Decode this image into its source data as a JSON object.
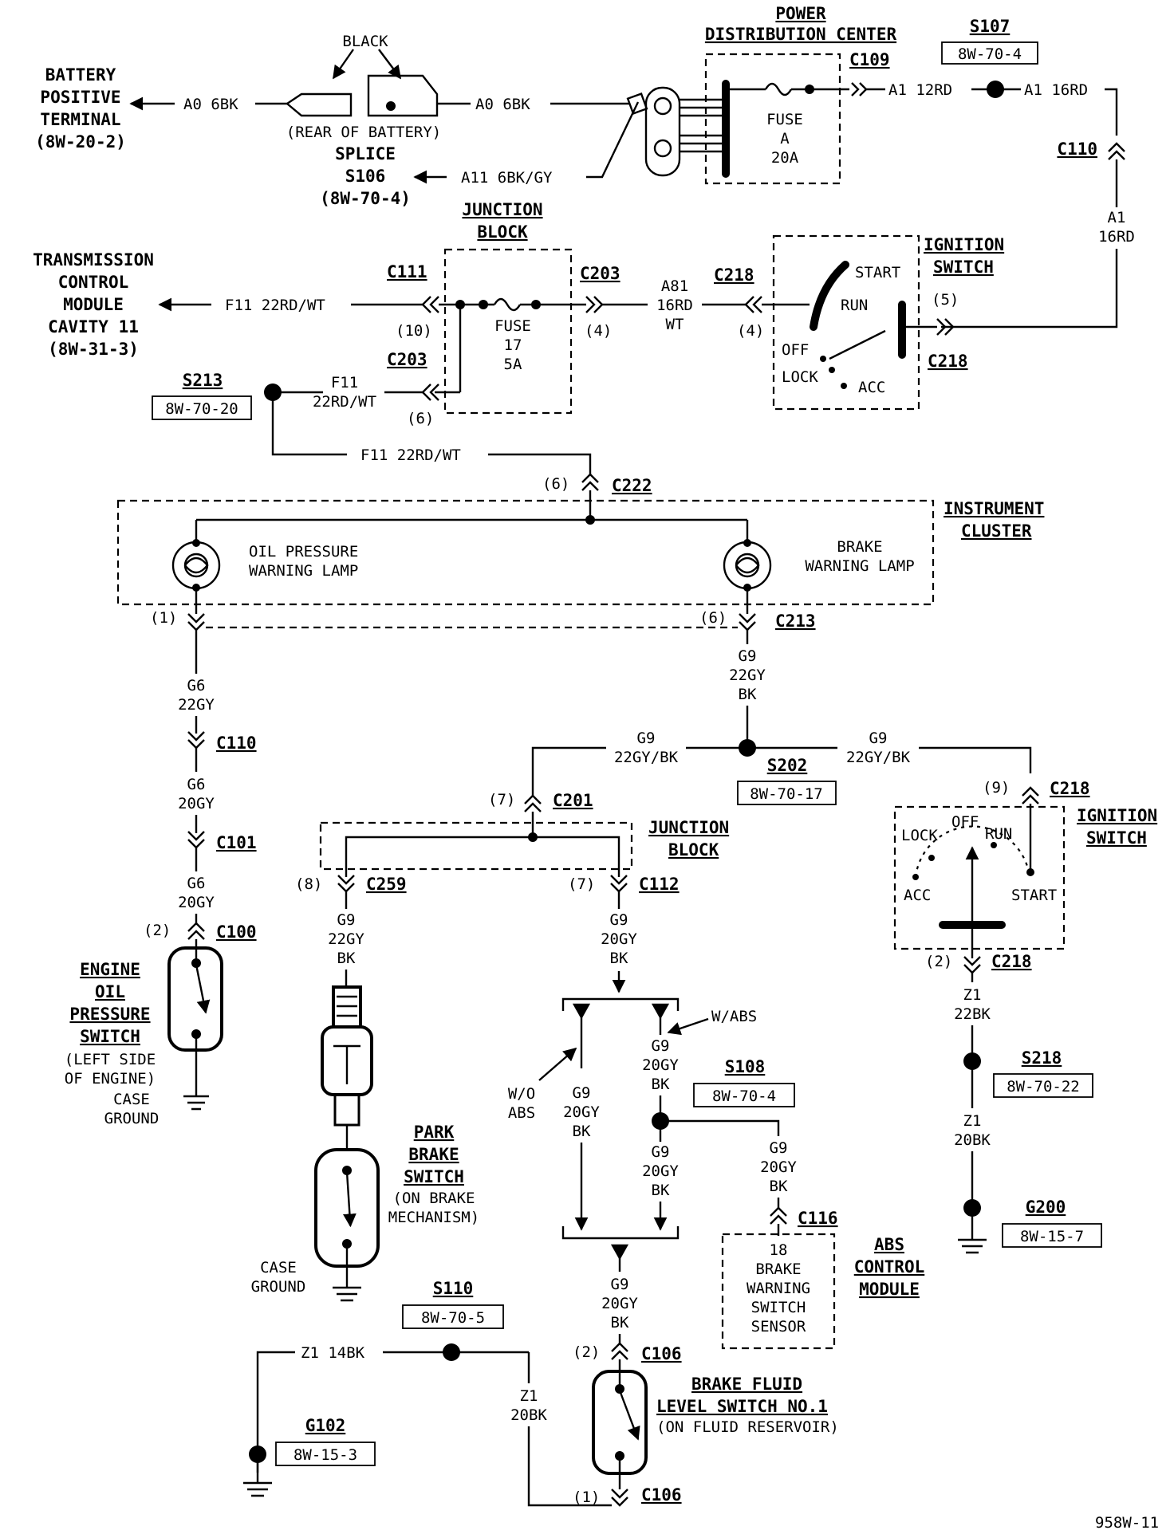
{
  "battery": {
    "l1": "BATTERY",
    "l2": "POSITIVE",
    "l3": "TERMINAL",
    "l4": "(8W-20-2)",
    "black": "BLACK",
    "rear": "(REAR OF BATTERY)",
    "w1": "A0 6BK",
    "w2": "A0 6BK"
  },
  "s106": {
    "l1": "SPLICE",
    "l2": "S106",
    "l3": "(8W-70-4)",
    "wire": "A11 6BK/GY"
  },
  "pdc": {
    "l1": "POWER",
    "l2": "DISTRIBUTION CENTER",
    "conn": "C109",
    "fuse1": "FUSE",
    "fuse2": "A",
    "fuse3": "20A"
  },
  "s107": {
    "name": "S107",
    "ref": "8W-70-4",
    "w1": "A1 12RD",
    "w2": "A1 16RD"
  },
  "c110_top": {
    "conn": "C110",
    "w1": "A1",
    "w2": "16RD"
  },
  "jb_top": {
    "l1": "JUNCTION",
    "l2": "BLOCK",
    "c111": "C111",
    "c203a": "C203",
    "c203b": "C203",
    "p10": "(10)",
    "p4": "(4)",
    "p6": "(6)",
    "fuse1": "FUSE",
    "fuse2": "17",
    "fuse3": "5A"
  },
  "tcm": {
    "l1": "TRANSMISSION",
    "l2": "CONTROL",
    "l3": "MODULE",
    "l4": "CAVITY 11",
    "l5": "(8W-31-3)",
    "wire": "F11 22RD/WT"
  },
  "a81": {
    "w1": "A81",
    "w2": "16RD",
    "w3": "WT"
  },
  "ign_top": {
    "l1": "IGNITION",
    "l2": "SWITCH",
    "c218a": "C218",
    "c218b": "C218",
    "p4": "(4)",
    "p5": "(5)",
    "start": "START",
    "run": "RUN",
    "off": "OFF",
    "lock": "LOCK",
    "acc": "ACC"
  },
  "s213": {
    "name": "S213",
    "ref": "8W-70-20",
    "w1": "F11",
    "w2": "22RD/WT",
    "w3": "F11 22RD/WT"
  },
  "c222": {
    "conn": "C222",
    "pin": "(6)"
  },
  "cluster": {
    "l1": "INSTRUMENT",
    "l2": "CLUSTER",
    "oil1": "OIL PRESSURE",
    "oil2": "WARNING LAMP",
    "brk1": "BRAKE",
    "brk2": "WARNING LAMP",
    "p1": "(1)",
    "p6": "(6)",
    "c213": "C213"
  },
  "oil_path": {
    "w1": "G6",
    "w2": "22GY",
    "c110": "C110",
    "w3": "G6",
    "w4": "20GY",
    "c101": "C101",
    "w5": "G6",
    "w6": "20GY",
    "p2": "(2)",
    "c100": "C100"
  },
  "oil_switch": {
    "l1": "ENGINE",
    "l2": "OIL",
    "l3": "PRESSURE",
    "l4": "SWITCH",
    "l5": "(LEFT SIDE",
    "l6": "OF ENGINE)",
    "g1": "CASE",
    "g2": "GROUND"
  },
  "g9_main": {
    "w1": "G9",
    "w2": "22GY",
    "w3": "BK",
    "wl1": "G9",
    "wl2": "22GY/BK",
    "wr1": "G9",
    "wr2": "22GY/BK"
  },
  "s202": {
    "name": "S202",
    "ref": "8W-70-17"
  },
  "jb_bot": {
    "l1": "JUNCTION",
    "l2": "BLOCK",
    "p7a": "(7)",
    "c201": "C201",
    "p8": "(8)",
    "c259": "C259",
    "p7b": "(7)",
    "c112": "C112"
  },
  "park": {
    "w1": "G9",
    "w2": "22GY",
    "w3": "BK",
    "l1": "PARK",
    "l2": "BRAKE",
    "l3": "SWITCH",
    "l4": "(ON BRAKE",
    "l5": "MECHANISM)",
    "g1": "CASE",
    "g2": "GROUND"
  },
  "abs_opt": {
    "w1": "G9",
    "w2": "20GY",
    "w3": "BK",
    "wabs": "W/ABS",
    "woabs1": "W/O",
    "woabs2": "ABS",
    "l1": "G9",
    "l2": "20GY",
    "l3": "BK",
    "r1": "G9",
    "r2": "20GY",
    "r3": "BK",
    "r4": "G9",
    "r5": "20GY",
    "r6": "BK"
  },
  "s108": {
    "name": "S108",
    "ref": "8W-70-4",
    "w1": "G9",
    "w2": "20GY",
    "w3": "BK"
  },
  "abs": {
    "c116": "C116",
    "l1": "18",
    "l2": "BRAKE",
    "l3": "WARNING",
    "l4": "SWITCH",
    "l5": "SENSOR",
    "t1": "ABS",
    "t2": "CONTROL",
    "t3": "MODULE"
  },
  "ign_bot": {
    "l1": "IGNITION",
    "l2": "SWITCH",
    "p9": "(9)",
    "c218a": "C218",
    "p2": "(2)",
    "c218b": "C218",
    "lock": "LOCK",
    "off": "OFF",
    "run": "RUN",
    "acc": "ACC",
    "start": "START"
  },
  "s218": {
    "w1": "Z1",
    "w2": "22BK",
    "name": "S218",
    "ref": "8W-70-22",
    "w3": "Z1",
    "w4": "20BK"
  },
  "g200": {
    "name": "G200",
    "ref": "8W-15-7"
  },
  "fluid": {
    "w1": "G9",
    "w2": "20GY",
    "w3": "BK",
    "p2": "(2)",
    "c106a": "C106",
    "l1": "BRAKE FLUID",
    "l2": "LEVEL SWITCH NO.1",
    "l3": "(ON FLUID RESERVOIR)",
    "p1": "(1)",
    "c106b": "C106"
  },
  "s110": {
    "name": "S110",
    "ref": "8W-70-5",
    "w1": "Z1 14BK",
    "w2": "Z1",
    "w3": "20BK"
  },
  "g102": {
    "name": "G102",
    "ref": "8W-15-3"
  },
  "footer": {
    "code": "958W-11"
  }
}
